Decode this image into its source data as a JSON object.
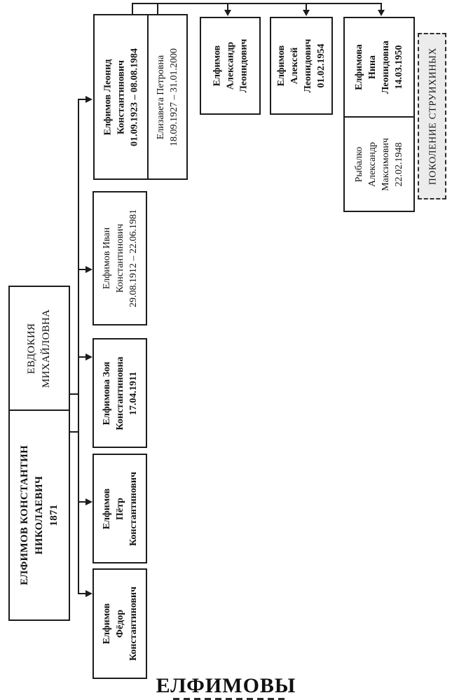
{
  "title": "ЕЛФИМОВЫ",
  "generation_note": "ПОКОЛЕНИЕ СТРУИХИНЫХ",
  "people": {
    "konstantin": {
      "lines": [
        "ЕЛФИМОВ КОНСТАНТИН",
        "НИКОЛАЕВИЧ",
        "1871"
      ]
    },
    "evdokia": {
      "lines": [
        "ЕВДОКИЯ",
        "МИХАЙЛОВНА"
      ]
    },
    "fyodor": {
      "lines": [
        "Елфимов",
        "Фёдор",
        "Константинович"
      ]
    },
    "pyotr": {
      "lines": [
        "Елфимов",
        "Пётр",
        "Константинович"
      ]
    },
    "zoya": {
      "lines": [
        "Елфимова Зоя",
        "Константиновна",
        "17.04.1911"
      ]
    },
    "ivan": {
      "lines": [
        "Елфимов Иван",
        "Константинович",
        "29.08.1912 – 22.06.1981"
      ]
    },
    "leonid": {
      "lines": [
        "Елфимов Леонид",
        "Константинович",
        "01.09.1923 – 08.08.1984"
      ]
    },
    "elizaveta": {
      "lines": [
        "Елизавета Петровна",
        "18.09.1927 – 31.01.2000"
      ]
    },
    "alexandr": {
      "lines": [
        "Елфимов",
        "Александр",
        "Леонидович"
      ]
    },
    "alexey": {
      "lines": [
        "Елфимов",
        "Алексей",
        "Леонидович",
        "01.02.1954"
      ]
    },
    "nina": {
      "lines": [
        "Елфимова",
        "Нина",
        "Леонидовна",
        "14.03.1950"
      ]
    },
    "rybalko": {
      "lines": [
        "Рыбалко",
        "Александр",
        "Максимович",
        "22.02.1948"
      ]
    }
  }
}
